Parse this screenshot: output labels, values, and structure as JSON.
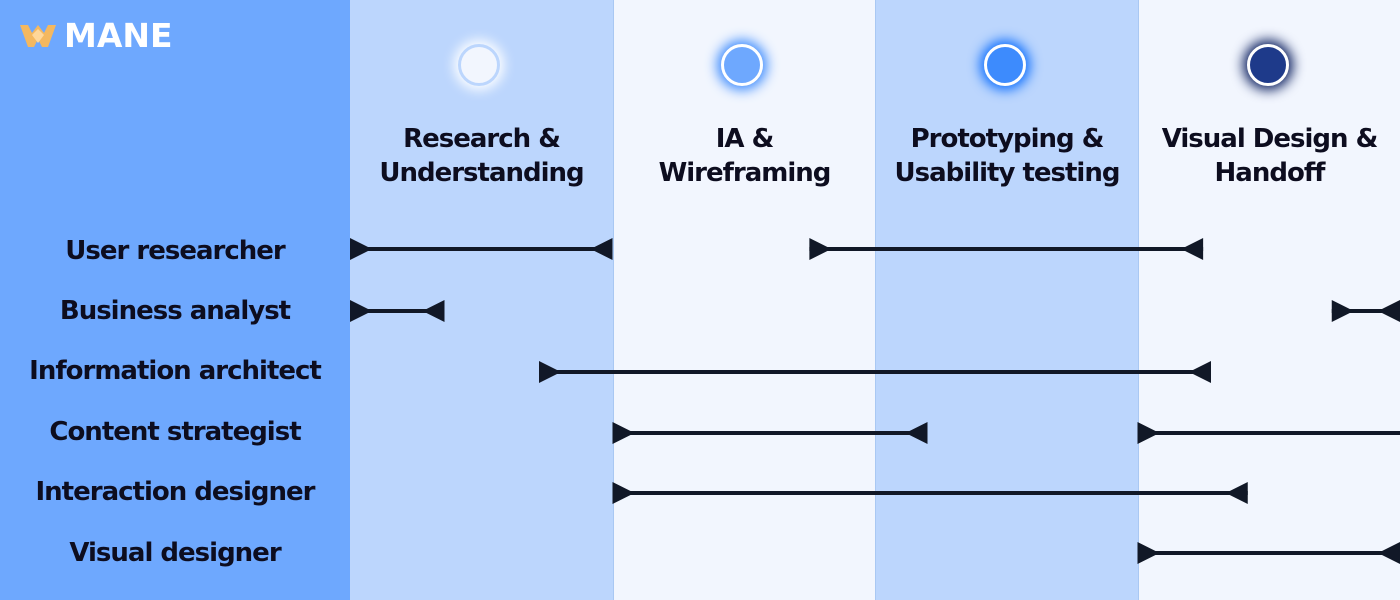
{
  "brand": {
    "name": "MANE",
    "mark_color": "#f4b860"
  },
  "phases": [
    {
      "line1": "Research &",
      "line2": "Understanding",
      "dot_color": "#f2f6fe",
      "dot_ring": "#bcd6fd",
      "glow": "#ffffff"
    },
    {
      "line1": "IA &",
      "line2": "Wireframing",
      "dot_color": "#6ea8fe",
      "dot_ring": "#ffffff",
      "glow": "#3d8bfd"
    },
    {
      "line1": "Prototyping &",
      "line2": "Usability testing",
      "dot_color": "#3d8bfd",
      "dot_ring": "#ffffff",
      "glow": "#0d6efd"
    },
    {
      "line1": "Visual Design &",
      "line2": "Handoff",
      "dot_color": "#1e3a8a",
      "dot_ring": "#ffffff",
      "glow": "#0a1e5e"
    }
  ],
  "roles": [
    {
      "label": "User researcher"
    },
    {
      "label": "Business analyst"
    },
    {
      "label": "Information architect"
    },
    {
      "label": "Content strategist"
    },
    {
      "label": "Interaction designer"
    },
    {
      "label": "Visual designer"
    }
  ],
  "involvement": [
    {
      "role": "User researcher",
      "from_phase": 0,
      "to_phase": 1
    },
    {
      "role": "User researcher",
      "from_phase": 1.75,
      "to_phase": 3.25
    },
    {
      "role": "Business analyst",
      "from_phase": 0,
      "to_phase": 0.36
    },
    {
      "role": "Business analyst",
      "from_phase": 3.74,
      "to_phase": 4
    },
    {
      "role": "Information architect",
      "from_phase": 0.72,
      "to_phase": 3.28
    },
    {
      "role": "Content strategist",
      "from_phase": 1,
      "to_phase": 2.2
    },
    {
      "role": "Content strategist",
      "from_phase": 3,
      "to_phase": 4.25
    },
    {
      "role": "Interaction designer",
      "from_phase": 1,
      "to_phase": 3.42
    },
    {
      "role": "Visual designer",
      "from_phase": 3,
      "to_phase": 4
    }
  ],
  "colors": {
    "line": "#111827",
    "text": "#0d0d1f"
  }
}
